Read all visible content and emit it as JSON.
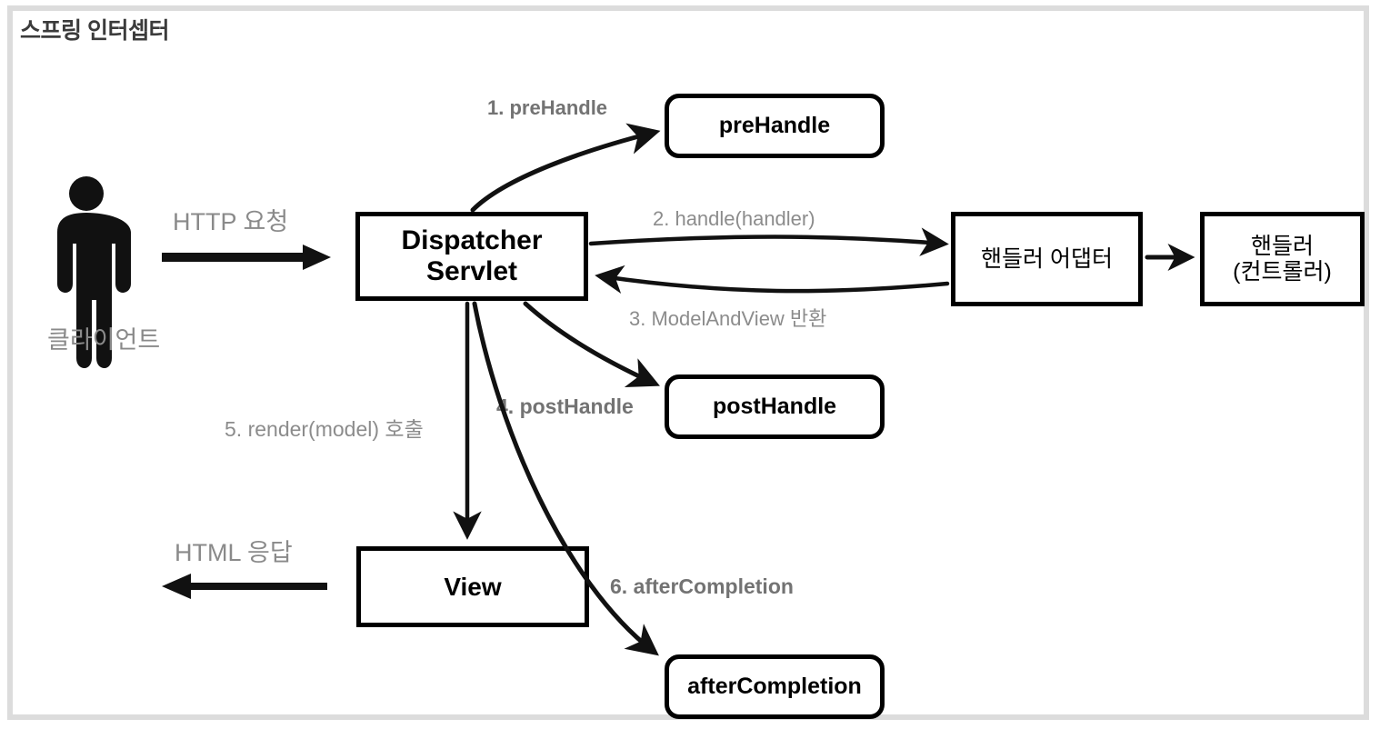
{
  "diagram": {
    "title": "스프링 인터셉터",
    "type": "flow-diagram",
    "colors": {
      "frame": "#dcdcdc",
      "stroke": "#000000",
      "label_gray": "#808080",
      "title_gray": "#3b3b3b",
      "background": "#ffffff"
    },
    "actor": {
      "icon": "person-icon",
      "label": "클라이언트"
    },
    "nodes": [
      {
        "id": "dispatcher",
        "label": "Dispatcher\nServlet",
        "shape": "rect",
        "weight": "bold"
      },
      {
        "id": "prehandle",
        "label": "preHandle",
        "shape": "rounded-rect",
        "weight": "bold"
      },
      {
        "id": "posthandle",
        "label": "postHandle",
        "shape": "rounded-rect",
        "weight": "bold"
      },
      {
        "id": "aftercompletion",
        "label": "afterCompletion",
        "shape": "rounded-rect",
        "weight": "bold"
      },
      {
        "id": "adapter",
        "label": "핸들러 어댑터",
        "shape": "rect",
        "weight": "normal"
      },
      {
        "id": "handler",
        "label": "핸들러\n(컨트롤러)",
        "shape": "rect",
        "weight": "normal"
      },
      {
        "id": "view",
        "label": "View",
        "shape": "rect",
        "weight": "bold"
      }
    ],
    "node_labels": {
      "dispatcher_line1": "Dispatcher",
      "dispatcher_line2": "Servlet",
      "prehandle": "preHandle",
      "posthandle": "postHandle",
      "aftercompletion": "afterCompletion",
      "adapter": "핸들러 어댑터",
      "handler_line1": "핸들러",
      "handler_line2": "(컨트롤러)",
      "view": "View"
    },
    "edges": [
      {
        "id": "http-request",
        "label": "HTTP 요청",
        "from": "클라이언트",
        "to": "dispatcher",
        "style": "solid-thick",
        "emphasis": "normal"
      },
      {
        "id": "step1",
        "label": "1. preHandle",
        "from": "dispatcher",
        "to": "prehandle",
        "style": "curve",
        "emphasis": "bold"
      },
      {
        "id": "step2",
        "label": "2. handle(handler)",
        "from": "dispatcher",
        "to": "adapter",
        "style": "curve",
        "emphasis": "normal"
      },
      {
        "id": "step3",
        "label": "3. ModelAndView 반환",
        "from": "adapter",
        "to": "dispatcher",
        "style": "curve",
        "emphasis": "normal"
      },
      {
        "id": "adapter-handler",
        "label": "",
        "from": "adapter",
        "to": "handler",
        "style": "solid",
        "emphasis": "normal"
      },
      {
        "id": "step4",
        "label": "4. postHandle",
        "from": "dispatcher",
        "to": "posthandle",
        "style": "curve",
        "emphasis": "bold"
      },
      {
        "id": "step5",
        "label": "5. render(model) 호출",
        "from": "dispatcher",
        "to": "view",
        "style": "straight",
        "emphasis": "normal"
      },
      {
        "id": "step6",
        "label": "6. afterCompletion",
        "from": "dispatcher",
        "to": "aftercompletion",
        "style": "curve",
        "emphasis": "bold"
      },
      {
        "id": "html-response",
        "label": "HTML 응답",
        "from": "view",
        "to": "클라이언트",
        "style": "solid-thick",
        "emphasis": "normal"
      }
    ]
  }
}
